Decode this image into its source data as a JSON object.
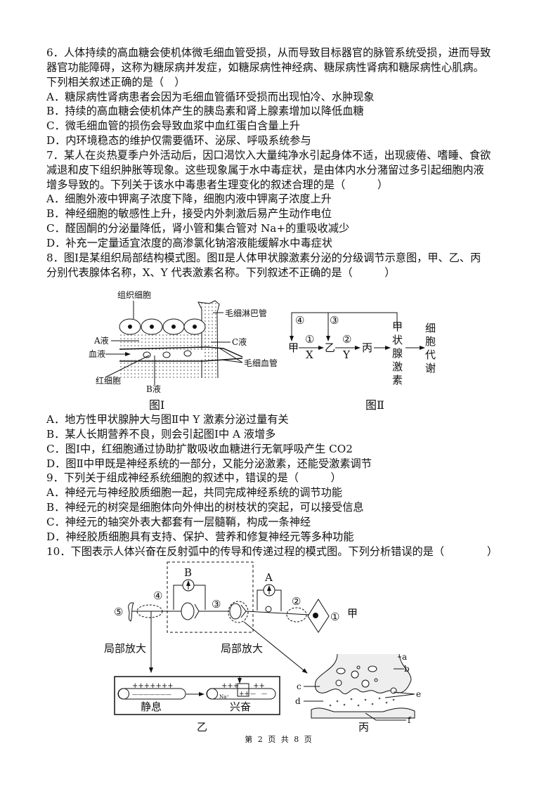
{
  "q6": {
    "stem": [
      "6．人体持续的高血糖会使机体微毛细血管受损，从而导致目标器官的脉管系统受损，进而导致",
      "器官功能障碍，这称为糖尿病并发症，如糖尿病性神经病、糖尿病性肾病和糖尿病性心肌病。",
      "下列相关叙述正确的是（　）"
    ],
    "options": [
      "A．糖尿病性肾病患者会因为毛细血管循环受损而出现怕冷、水肿现象",
      "B．持续的高血糖会使机体产生的胰岛素和肾上腺素增加以降低血糖",
      "C．微毛细血管的损伤会导致血浆中血红蛋白含量上升",
      "D．内环境稳态的维护仅需要循环、泌尿、呼吸系统参与"
    ]
  },
  "q7": {
    "stem": [
      "7．某人在炎热夏季户外活动后，因口渴饮入大量纯净水引起身体不适，出现疲倦、嗜睡、食欲",
      "减退和皮下组织肿胀等现象。这些现象属于水中毒症状，是由体内水分潴留过多引起细胞内液",
      "增多导致的。下列关于该水中毒患者生理变化的叙述合理的是（　　　）"
    ],
    "options": [
      "A．细胞外液中钾离子浓度下降，细胞内液中钾离子浓度上升",
      "B．神经细胞的敏感性上升，接受内外刺激后易产生动作电位",
      "C．醛固酮的分泌量降低，肾小管和集合管对 Na+的重吸收减少",
      "D．补充一定量适宜浓度的高渗氯化钠溶液能缓解水中毒症状"
    ]
  },
  "q8": {
    "stem": [
      "8．图Ⅰ是某组织局部结构模式图。图Ⅱ是人体甲状腺激素分泌的分级调节示意图，甲、乙、丙",
      "分别代表腺体名称，X、Y 代表激素名称。下列叙述不正确的是（　　　）"
    ],
    "fig1": {
      "caption": "图Ⅰ",
      "tissue_cell": "组织细胞",
      "lymph": "毛细淋巴管",
      "a": "A液",
      "blood": "血液",
      "c": "C液",
      "capillary": "毛细血管",
      "rbc": "红细胞",
      "b": "B液"
    },
    "fig2": {
      "caption": "图Ⅱ",
      "jia": "甲",
      "yi": "乙",
      "bing": "丙",
      "x": "X",
      "y": "Y",
      "n1": "①",
      "n2": "②",
      "n3": "③",
      "n4": "④",
      "hormone": [
        "甲",
        "状",
        "腺",
        "激",
        "素"
      ],
      "metab": [
        "细",
        "胞",
        "代",
        "谢"
      ]
    },
    "options": [
      "A．地方性甲状腺肿大与图Ⅱ中 Y 激素分泌过量有关",
      "B．某人长期营养不良，则会引起图Ⅰ中 A 液增多",
      "C．图Ⅰ中，红细胞通过协助扩散吸收血糖进行无氧呼吸产生 CO2",
      "D．图Ⅱ中甲既是神经系统的一部分，又能分泌激素，还能受激素调节"
    ]
  },
  "q9": {
    "stem": [
      "9．下列关于组成神经系统细胞的叙述中，错误的是（　　　）"
    ],
    "options": [
      "A．神经元与神经胶质细胞一起，共同完成神经系统的调节功能",
      "B．神经元的树突是细胞体向外伸出的树枝状的突起，可以接受信息",
      "C．神经元的轴突外表大都套有一层髓鞘，构成一条神经",
      "D．神经胶质细胞具有支持、保护、营养和修复神经元等多种功能"
    ]
  },
  "q10": {
    "stem": [
      "10．下图表示人体兴奋在反射弧中的传导和传递过程的模式图。下列分析错误的是（　　　　）"
    ],
    "fig": {
      "n1": "①",
      "n2": "②",
      "n3": "③",
      "n4": "④",
      "n5": "⑤",
      "jia": "甲",
      "meter_a": "A",
      "meter_b": "B",
      "zoom_left": "局部放大",
      "zoom_right": "局部放大",
      "rest": "静息",
      "excite": "兴奋",
      "plus_rest": "+++++++",
      "minus_rest": "———————",
      "plus_exc": "+++　　++",
      "plus_box": "++",
      "na": "Na⁺",
      "minus_exc": "—　—",
      "yi": "乙",
      "bing": "丙",
      "a": "a",
      "b": "b",
      "c": "c",
      "d": "d",
      "e": "e",
      "f": "f"
    }
  },
  "footer": "第 2 页 共 8 页"
}
